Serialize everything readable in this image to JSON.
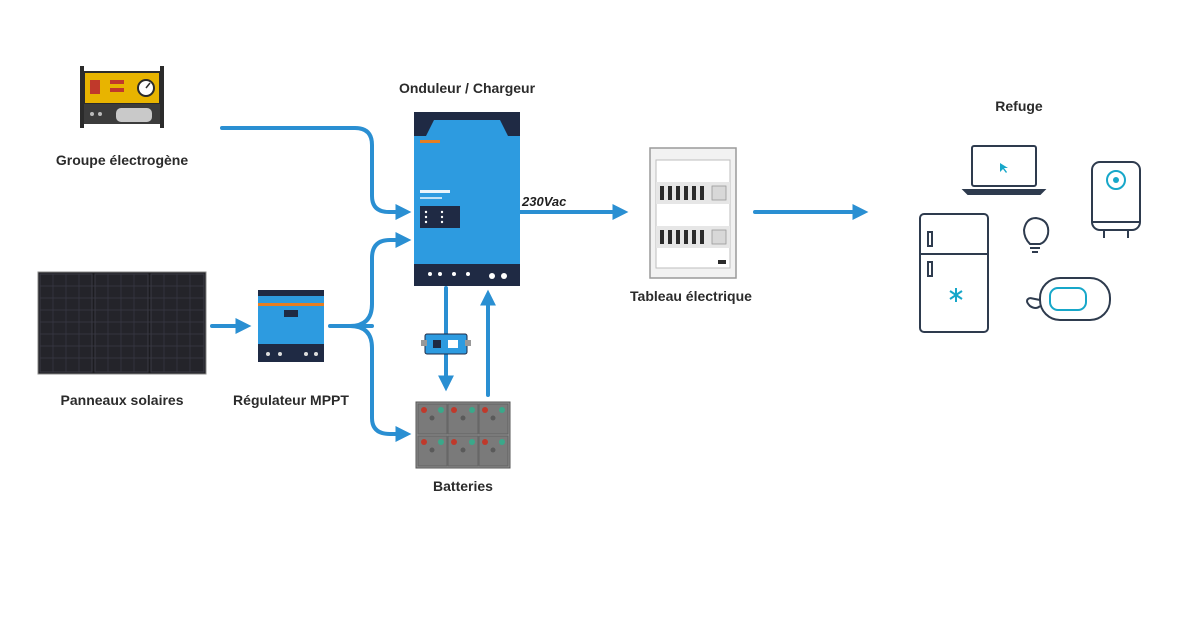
{
  "labels": {
    "generator": "Groupe électrogène",
    "solar": "Panneaux solaires",
    "mppt": "Régulateur MPPT",
    "inverter": "Onduleur / Chargeur",
    "batteries": "Batteries",
    "panel": "Tableau électrique",
    "refuge": "Refuge",
    "ac_output": "230Vac"
  },
  "colors": {
    "arrow": "#2a8fd2",
    "device_blue": "#2d9be0",
    "device_dark": "#1f2a44",
    "generator_yellow": "#e8b400",
    "appliance_stroke": "#2e3b4e",
    "accent_cyan": "#17a7c9"
  },
  "icons": [
    "generator-icon",
    "solar-panel-icon",
    "mppt-controller-icon",
    "inverter-charger-icon",
    "battery-monitor-icon",
    "battery-bank-icon",
    "distribution-board-icon",
    "laptop-icon",
    "fridge-icon",
    "light-bulb-icon",
    "water-heater-icon",
    "washing-machine-icon"
  ]
}
